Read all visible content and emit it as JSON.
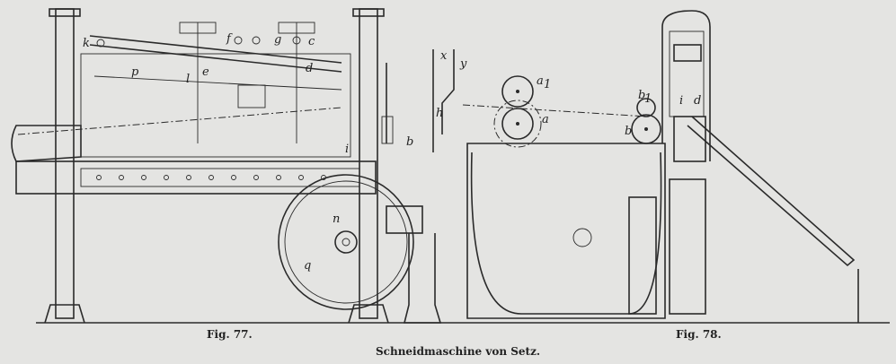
{
  "figures": [
    {
      "caption": "Fig. 77.",
      "labels": [
        "k",
        "p",
        "l",
        "e",
        "f",
        "g",
        "c",
        "d",
        "i",
        "n",
        "q",
        "h",
        "x",
        "y",
        "b"
      ]
    },
    {
      "caption": "Fig. 78.",
      "labels": [
        "a1",
        "a",
        "b1",
        "b",
        "i",
        "d"
      ]
    }
  ],
  "title": "Schneidmaschine von Setz."
}
